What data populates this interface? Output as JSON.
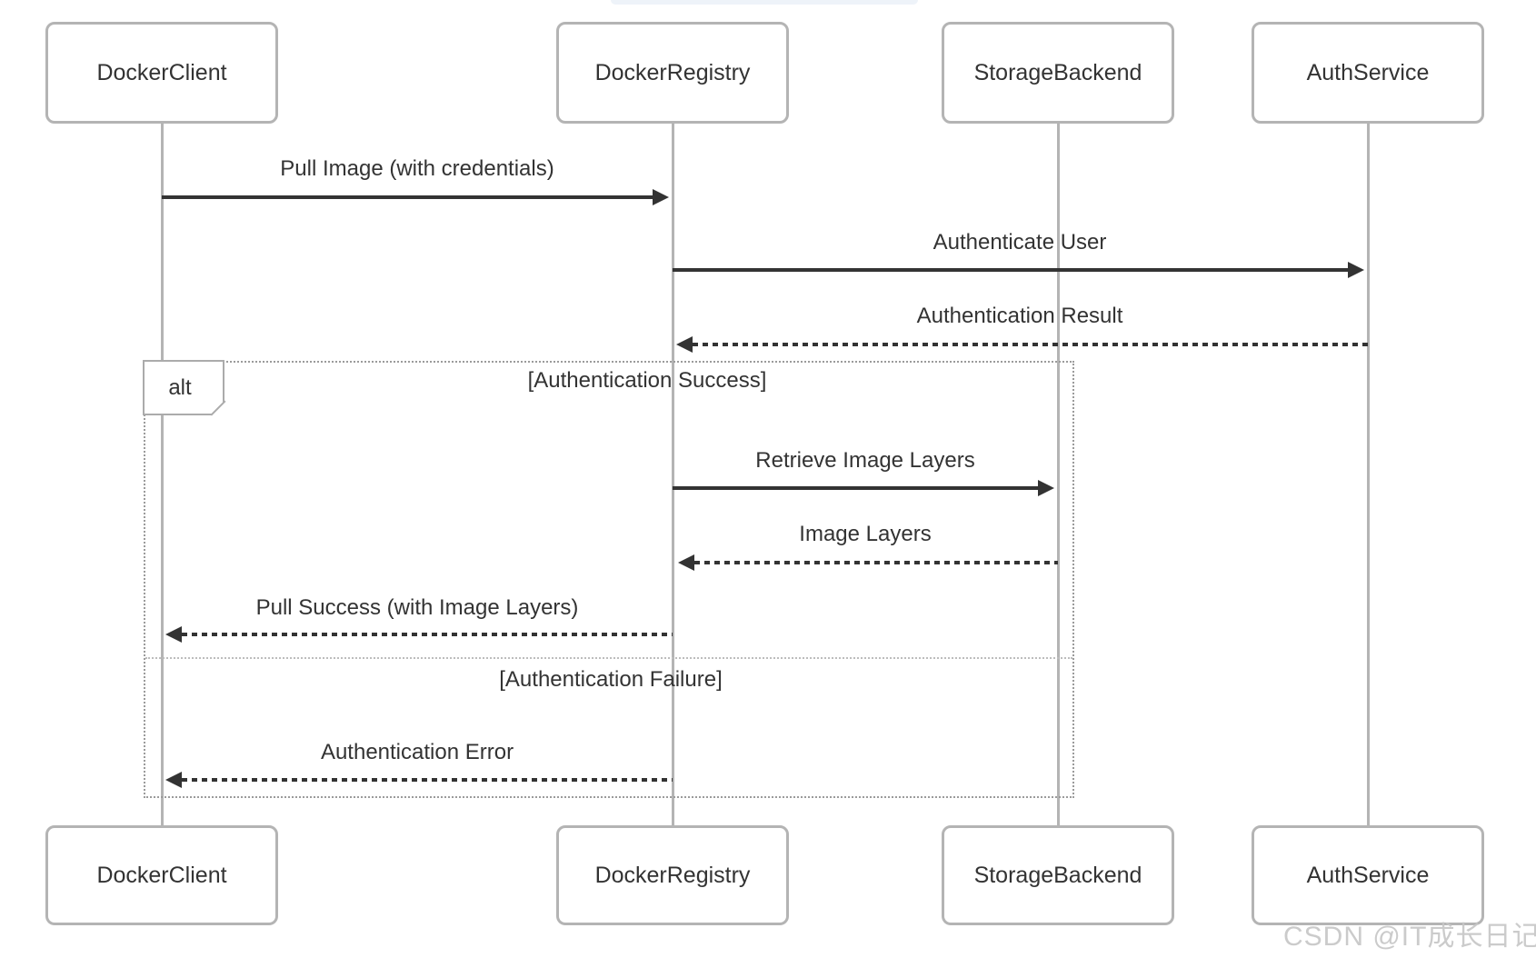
{
  "diagram_type": "sequence",
  "participants": [
    {
      "id": "docker_client",
      "label": "DockerClient"
    },
    {
      "id": "docker_registry",
      "label": "DockerRegistry"
    },
    {
      "id": "storage_backend",
      "label": "StorageBackend"
    },
    {
      "id": "auth_service",
      "label": "AuthService"
    }
  ],
  "messages": [
    {
      "label": "Pull Image (with credentials)",
      "from": "DockerClient",
      "to": "DockerRegistry",
      "line": "solid"
    },
    {
      "label": "Authenticate User",
      "from": "DockerRegistry",
      "to": "AuthService",
      "line": "solid"
    },
    {
      "label": "Authentication Result",
      "from": "AuthService",
      "to": "DockerRegistry",
      "line": "dashed"
    },
    {
      "label": "Retrieve Image Layers",
      "from": "DockerRegistry",
      "to": "StorageBackend",
      "line": "solid"
    },
    {
      "label": "Image Layers",
      "from": "StorageBackend",
      "to": "DockerRegistry",
      "line": "dashed"
    },
    {
      "label": "Pull Success (with Image Layers)",
      "from": "DockerRegistry",
      "to": "DockerClient",
      "line": "dashed"
    },
    {
      "label": "Authentication Error",
      "from": "DockerRegistry",
      "to": "DockerClient",
      "line": "dashed"
    }
  ],
  "alt_frame": {
    "label": "alt",
    "guard_success": "[Authentication Success]",
    "guard_failure": "[Authentication Failure]"
  },
  "watermark": {
    "text": "CSDN @IT成长日记"
  },
  "colors": {
    "message_line": "#333333",
    "actor_border": "#b4b4b4",
    "frame_border": "#9b9b9b",
    "accent_bar": "#eef3f9",
    "watermark": "#c5c5c5"
  }
}
